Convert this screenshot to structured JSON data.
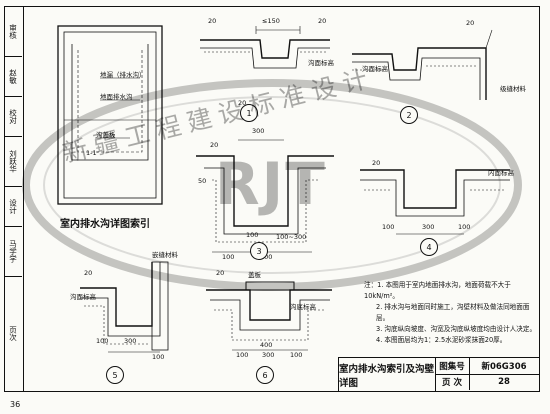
{
  "strip": {
    "cells": [
      "审核",
      "赵敏",
      "校对",
      "刘跃华",
      "设计",
      "马学学",
      "页次"
    ]
  },
  "index_diagram": {
    "title": "室内排水沟详图索引",
    "labels": [
      "地漏（排水沟）",
      "地面排水沟",
      "沟盖板",
      "1-1"
    ]
  },
  "details": {
    "d1": {
      "number": "1",
      "dims": [
        "≤150",
        "20",
        "20",
        "20"
      ],
      "labels": [
        "沟面标高"
      ]
    },
    "d2": {
      "number": "2",
      "dims": [
        "20"
      ],
      "labels": [
        "沟面标高",
        "级缝材料"
      ]
    },
    "d3": {
      "number": "3",
      "dims": [
        "20",
        "50",
        "100",
        "100",
        "300",
        "100~300",
        "100"
      ]
    },
    "d4": {
      "number": "4",
      "dims": [
        "20",
        "100",
        "300",
        "100"
      ],
      "labels": [
        "内面标高"
      ]
    },
    "d5": {
      "number": "5",
      "dims": [
        "20",
        "100",
        "300",
        "100"
      ],
      "labels": [
        "沟面标高",
        "嵌缝材料"
      ]
    },
    "d6": {
      "number": "6",
      "dims": [
        "20",
        "400",
        "300",
        "100",
        "100"
      ],
      "labels": [
        "盖板",
        "沟底标高"
      ]
    }
  },
  "notes": [
    "注：1. 本图用于室内地面排水沟，地面荷载不大于10kN/m²。",
    "2. 排水沟与地面同时施工，沟壁材料及做法同地面面层。",
    "3. 沟底纵向坡度、沟宽及沟底纵坡度均由设计人决定。",
    "4. 本图面层均为1：2.5水泥砂浆抹面20厚。"
  ],
  "title_block": {
    "drawing_title": "室内排水沟索引及沟壁详图",
    "atlas_label": "图集号",
    "atlas_value": "新06G306",
    "page_label": "页 次",
    "page_value": "28"
  },
  "page_number": "36",
  "watermark": {
    "text": "新疆工程建设标准设计",
    "logo": "RJT"
  }
}
